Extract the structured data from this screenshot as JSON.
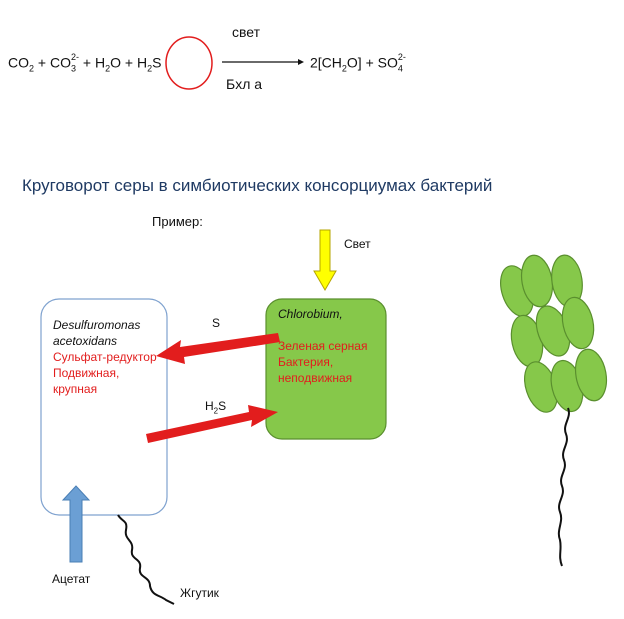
{
  "equation": {
    "left_terms": [
      "CO",
      "2",
      "+ CO",
      "3",
      "2-",
      "+ H",
      "2",
      "O +",
      "H",
      "2",
      "S"
    ],
    "arrow_above": "свет",
    "arrow_below": "Бхл а",
    "right_terms": [
      "2[CH",
      "2",
      "O] + SO",
      "4",
      "2-"
    ]
  },
  "title": "Круговорот серы в симбиотических консорциумах бактерий",
  "example_label": "Пример:",
  "light_label": "Свет",
  "left_cell": {
    "species_line1": "Desulfuromonas",
    "species_line2": "acetoxidans",
    "desc_line1": "Сульфат-редуктор",
    "desc_line2": "Подвижная,",
    "desc_line3": "крупная"
  },
  "right_cell": {
    "species": "Chlorobium,",
    "desc_line1": "Зеленая серная",
    "desc_line2": "Бактерия,",
    "desc_line3": "неподвижная"
  },
  "arrow_s_label": "S",
  "arrow_h2s_main": "H",
  "arrow_h2s_sub": "2",
  "arrow_h2s_tail": "S",
  "acetate_label": "Ацетат",
  "flagellum_label": "Жгутик",
  "colors": {
    "green_cell": "#86c84a",
    "green_cell_border": "#5a8f2e",
    "cell_border": "#7fa2cf",
    "red": "#e21d1d",
    "blue_arrow": "#6b9fd4",
    "light_arrow": "#ffff00",
    "title": "#1f3a63"
  }
}
